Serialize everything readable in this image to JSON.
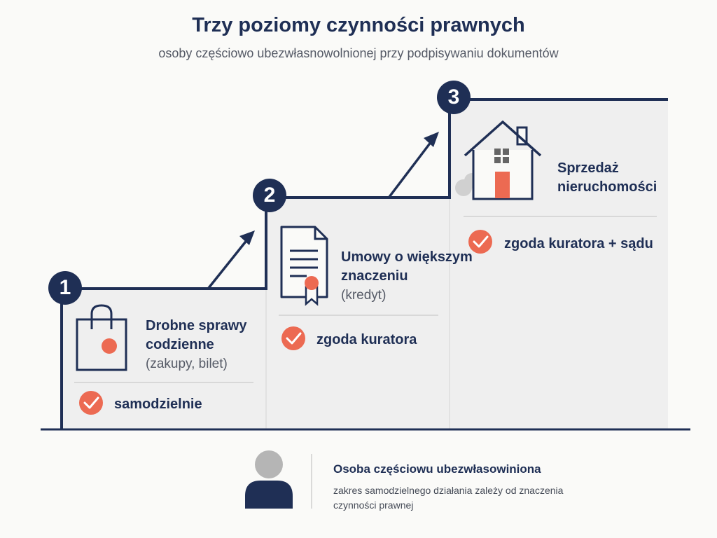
{
  "header": {
    "title": "Trzy poziomy czynności prawnych",
    "subtitle": "osoby częściowo ubezwłasnowolnionej przy podpisywaniu dokumentów"
  },
  "steps": [
    {
      "number": "1",
      "title_line1": "Drobne sprawy",
      "title_line2": "codzienne",
      "note": "(zakupy, bilet)",
      "requirement": "samodzielnie",
      "icon": "shopping-bag-icon"
    },
    {
      "number": "2",
      "title_line1": "Umowy o większym",
      "title_line2": "znaczeniu",
      "note": "(kredyt)",
      "requirement": "zgoda kuratora",
      "icon": "document-certificate-icon"
    },
    {
      "number": "3",
      "title_line1": "Sprzedaż",
      "title_line2": "nieruchomości",
      "note": "",
      "requirement": "zgoda kuratora + sądu",
      "icon": "house-icon"
    }
  ],
  "person": {
    "title": "Osoba częściowu ubezwłasowiniona",
    "description": "zakres samodzielnego działania zależy od znaczenia czynności prawnej",
    "icon": "person-icon"
  },
  "colors": {
    "navy": "#1f2f55",
    "accent": "#ec6a52",
    "panel": "#efefef",
    "background": "#fafaf8",
    "person_head": "#b5b5b5"
  }
}
